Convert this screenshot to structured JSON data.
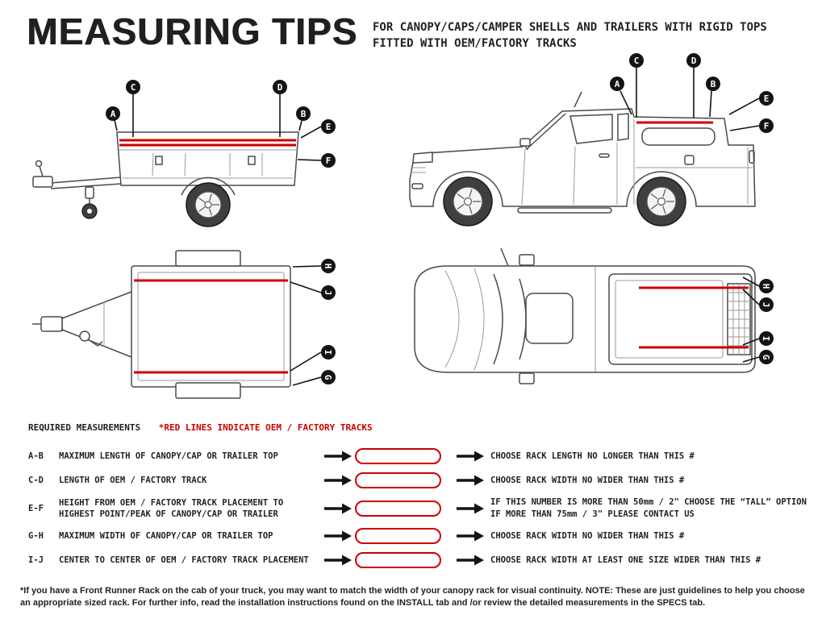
{
  "colors": {
    "accent_red": "#cc0001",
    "ink": "#231f20"
  },
  "header": {
    "title": "MEASURING TIPS",
    "subtitle_line1": "FOR CANOPY/CAPS/CAMPER SHELLS AND TRAILERS WITH RIGID TOPS",
    "subtitle_line2": "FITTED WITH OEM/FACTORY TRACKS"
  },
  "section": {
    "required_label": "REQUIRED MEASUREMENTS",
    "red_note": "*RED LINES INDICATE OEM / FACTORY TRACKS"
  },
  "diagrams": {
    "trailer_side": {
      "labels": [
        "A",
        "C",
        "D",
        "B",
        "E",
        "F"
      ]
    },
    "truck_side": {
      "labels": [
        "C",
        "D",
        "A",
        "B",
        "E",
        "F"
      ]
    },
    "trailer_top": {
      "labels": [
        "H",
        "J",
        "I",
        "G"
      ]
    },
    "truck_top": {
      "labels": [
        "H",
        "J",
        "I",
        "G"
      ]
    }
  },
  "measurements": [
    {
      "range": "A-B",
      "description": "MAXIMUM  LENGTH OF CANOPY/CAP OR TRAILER TOP",
      "result": "CHOOSE RACK LENGTH NO LONGER THAN THIS #"
    },
    {
      "range": "C-D",
      "description": "LENGTH OF OEM / FACTORY TRACK",
      "result": "CHOOSE RACK WIDTH NO WIDER THAN THIS #"
    },
    {
      "range": "E-F",
      "description": "HEIGHT FROM OEM / FACTORY TRACK PLACEMENT TO\nHIGHEST POINT/PEAK OF CANOPY/CAP OR TRAILER",
      "result": "IF THIS NUMBER IS MORE THAN 50mm / 2\" CHOOSE THE “TALL” OPTION\nIF MORE THAN 75mm / 3\" PLEASE CONTACT US"
    },
    {
      "range": "G-H",
      "description": "MAXIMUM  WIDTH OF CANOPY/CAP OR TRAILER TOP",
      "result": "CHOOSE RACK WIDTH NO WIDER THAN THIS #"
    },
    {
      "range": "I-J",
      "description": "CENTER TO CENTER OF OEM / FACTORY TRACK PLACEMENT",
      "result": "CHOOSE RACK WIDTH AT LEAST ONE SIZE WIDER THAN THIS #"
    }
  ],
  "footnote": "*If you have a Front Runner Rack on the cab of your truck, you may want to match the width of your canopy rack for visual continuity. NOTE: These are just guidelines to help you choose an appropriate sized rack. For further info, read the installation instructions found on the INSTALL tab and /or review the detailed measurements in the SPECS tab."
}
